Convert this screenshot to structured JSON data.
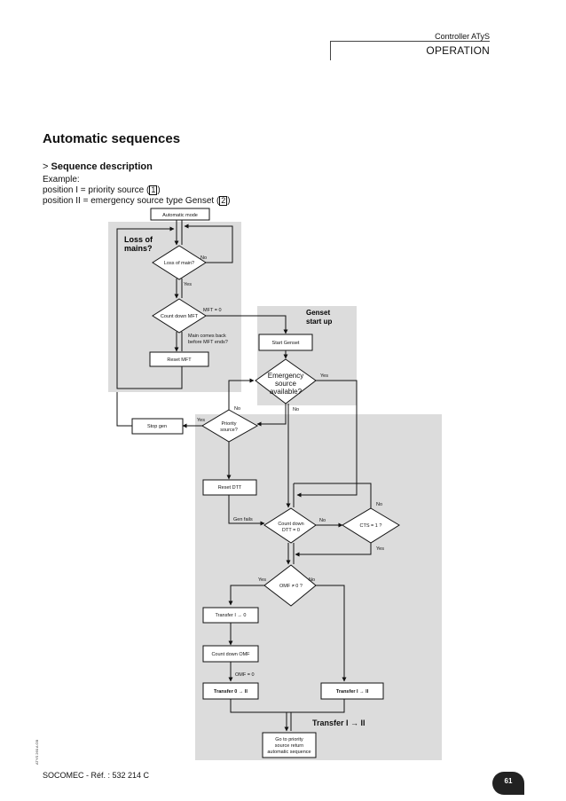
{
  "header": {
    "product": "Controller ATyS",
    "section": "OPERATION"
  },
  "title": "Automatic sequences",
  "subtitle": {
    "marker": ">",
    "text": "Sequence description"
  },
  "intro": {
    "line1": "Example:",
    "line2_pre": "position I = priority source (",
    "line2_box": "1",
    "line2_post": ")",
    "line3_pre": "position II = emergency source type Genset (",
    "line3_box": "2",
    "line3_post": ")"
  },
  "diagram": {
    "regions": {
      "loss_of_mains": "Loss of mains?",
      "genset_start_up": "Genset start up"
    },
    "nodes": {
      "automatic_mode": "Automatic mode",
      "loss_of_main": "Loss of main?",
      "count_down_mft": "Count down MFT",
      "reset_mft": "Reset MFT",
      "start_genset": "Start Genset",
      "emergency_available": "Emergency source available?",
      "stop_gen": "Stop gen",
      "priority_source": "Priority source?",
      "reset_dtt": "Reset DTT",
      "count_down_dtt": "Count down DTT = 0",
      "cts_question": "CTS = 1 ?",
      "omf_question": "OMF ≠ 0 ?",
      "transfer_i_0": "Transfer I → 0",
      "count_down_omf": "Count down OMF",
      "transfer_0_ii": "Transfer 0 → II",
      "transfer_i_ii_small": "Transfer I → II",
      "transfer_i_ii_big": "Transfer I → II",
      "goto_priority": "Go to priority source return automatic sequence"
    },
    "labels": {
      "no_loss": "No",
      "yes_loss": "Yes",
      "mft_zero": "MFT = 0",
      "mains_back": "Main comes back before MFT ends?",
      "emergency_yes": "Yes",
      "emergency_no": "No",
      "priority_yes": "Yes",
      "priority_no": "No",
      "gen_fails": "Gen fails",
      "dtt_no": "No",
      "cts_no": "No",
      "cts_yes": "Yes",
      "omf_yes": "Yes",
      "omf_no": "No",
      "omf_zero": "OMF = 0"
    }
  },
  "side_reference": "ATYS 260 A GB",
  "footer": {
    "ref": "SOCOMEC - Réf. : 532 214 C",
    "page": "61"
  }
}
